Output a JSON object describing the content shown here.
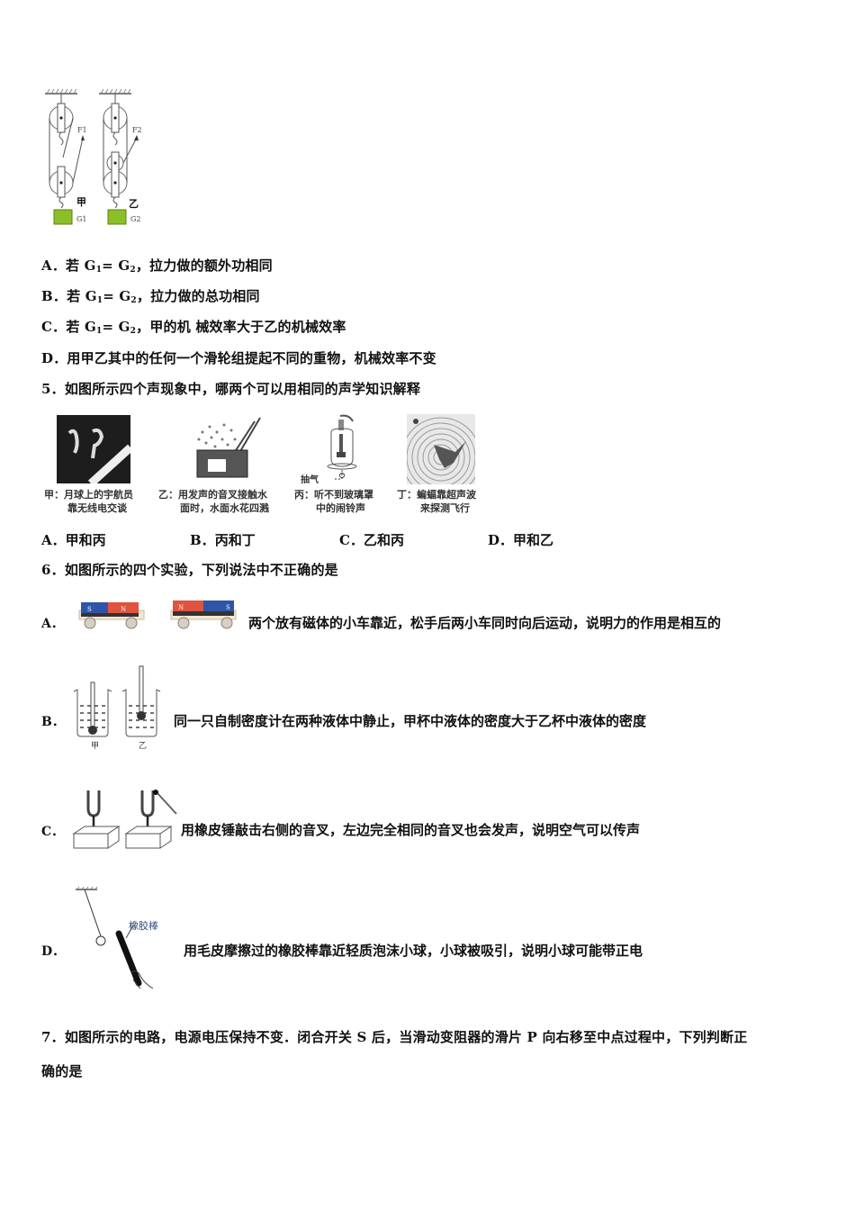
{
  "q4": {
    "figure": {
      "left_label": "甲",
      "right_label": "乙",
      "force1": "F1",
      "force2": "F2",
      "weight1": "G1",
      "weight2": "G2",
      "weight_color": "#8cbf26"
    },
    "options": [
      {
        "letter": "A．",
        "prefix": "若 G",
        "s1": "1",
        "mid": "= G",
        "s2": "2",
        "text": "，拉力做的额外功相同"
      },
      {
        "letter": "B．",
        "prefix": "若 G",
        "s1": "1",
        "mid": "= G",
        "s2": "2",
        "text": "，拉力做的总功相同"
      },
      {
        "letter": "C．",
        "prefix": "若 G",
        "s1": "1",
        "mid": "= G",
        "s2": "2",
        "text": "，甲的机 械效率大于乙的机械效率"
      },
      {
        "letter": "D．",
        "text": "用甲乙其中的任何一个滑轮组提起不同的重物，机械效率不变"
      }
    ]
  },
  "q5": {
    "number": "5．",
    "question": "如图所示四个声现象中，哪两个可以用相同的声学知识解释",
    "figures": [
      {
        "caption_line1": "甲：月球上的宇航员",
        "caption_line2": "靠无线电交谈"
      },
      {
        "caption_line1": "乙：用发声的音叉接触水",
        "caption_line2": "面时，水面水花四溅"
      },
      {
        "caption_line1": "丙：听不到玻璃罩",
        "caption_line2": "中的闹铃声",
        "annotation": "抽气"
      },
      {
        "caption_line1": "丁：蝙蝠靠超声波",
        "caption_line2": "来探测飞行"
      }
    ],
    "options": [
      {
        "letter": "A．",
        "text": "甲和丙"
      },
      {
        "letter": "B．",
        "text": "丙和丁"
      },
      {
        "letter": "C．",
        "text": "乙和丙"
      },
      {
        "letter": "D．",
        "text": "甲和乙"
      }
    ]
  },
  "q6": {
    "number": "6．",
    "question": "如图所示的四个实验，下列说法中不正确的是",
    "options": [
      {
        "letter": "A．",
        "text": "两个放有磁体的小车靠近，松手后两小车同时向后运动，说明力的作用是相互的",
        "magnet_colors": {
          "north": "#e0533f",
          "south": "#2f55a8"
        }
      },
      {
        "letter": "B．",
        "text": "同一只自制密度计在两种液体中静止，甲杯中液体的密度大于乙杯中液体的密度",
        "beaker_labels": [
          "甲",
          "乙"
        ]
      },
      {
        "letter": "C．",
        "text": "用橡皮锤敲击右侧的音叉，左边完全相同的音叉也会发声，说明空气可以传声"
      },
      {
        "letter": "D．",
        "text": "用毛皮摩擦过的橡胶棒靠近轻质泡沫小球，小球被吸引，说明小球可能带正电",
        "rod_label": "橡胶棒"
      }
    ]
  },
  "q7": {
    "number": "7．",
    "line1": "如图所示的电路，电源电压保持不变．闭合开关 S 后，当滑动变阻器的滑片 P 向右移至中点过程中，下列判断正",
    "line2": "确的是"
  }
}
